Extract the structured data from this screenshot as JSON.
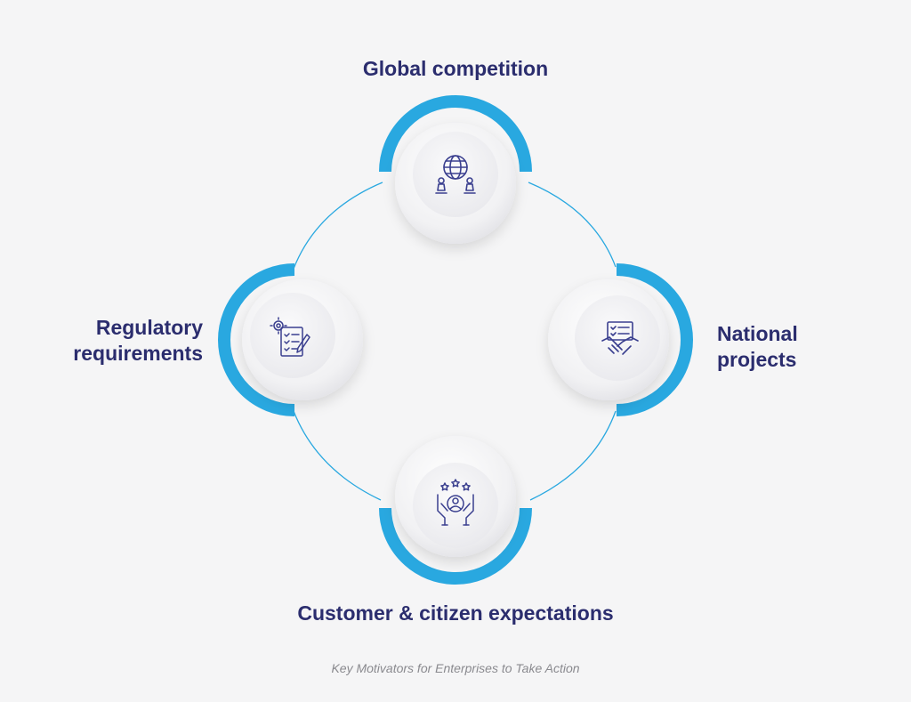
{
  "nodes": {
    "top": {
      "line1": "Global competition",
      "icon": "globe-chess-icon"
    },
    "right": {
      "line1": "National",
      "line2": "projects",
      "icon": "handshake-contract-icon"
    },
    "bottom": {
      "line1": "Customer & citizen expectations",
      "icon": "customer-care-icon"
    },
    "left": {
      "line1": "Regulatory",
      "line2": "requirements",
      "icon": "compliance-checklist-icon"
    }
  },
  "caption": "Key Motivators for Enterprises to Take Action",
  "colors": {
    "accent": "#29a8e0",
    "text": "#2b2d6e",
    "icon": "#3a3f8f",
    "caption": "#8a8a8f",
    "background": "#f5f5f6"
  }
}
